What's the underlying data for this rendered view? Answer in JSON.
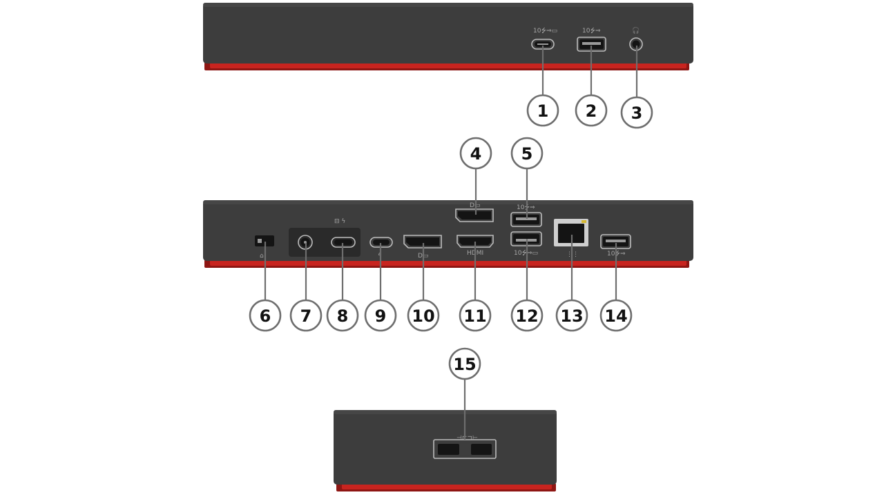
{
  "colors": {
    "dock_body": "#3d3d3d",
    "dock_accent": "#c8241f",
    "callout_stroke": "#6e6e6e",
    "background": "#ffffff"
  },
  "callouts": [
    "1",
    "2",
    "3",
    "4",
    "5",
    "6",
    "7",
    "8",
    "9",
    "10",
    "11",
    "12",
    "13",
    "14",
    "15"
  ],
  "views": {
    "front": {
      "ports": [
        {
          "callout": "1",
          "type": "usb-c",
          "icon": "usb-c-10gbps-display-icon"
        },
        {
          "callout": "2",
          "type": "usb-a",
          "icon": "usb-10gbps-icon"
        },
        {
          "callout": "3",
          "type": "audio-jack",
          "icon": "headset-icon"
        }
      ]
    },
    "rear": {
      "ports": [
        {
          "callout": "4",
          "type": "displayport",
          "icon": "displayport-icon"
        },
        {
          "callout": "5",
          "type": "usb-a",
          "icon": "usb-10gbps-icon"
        },
        {
          "callout": "6",
          "type": "security-lock-slot",
          "icon": "lock-icon"
        },
        {
          "callout": "7",
          "type": "dc-in",
          "icon": "power-icon"
        },
        {
          "callout": "8",
          "type": "usb-c-upstream",
          "icon": "laptop-thunderbolt-icon"
        },
        {
          "callout": "9",
          "type": "usb-c",
          "icon": "thunderbolt-icon"
        },
        {
          "callout": "10",
          "type": "displayport",
          "icon": "displayport-icon"
        },
        {
          "callout": "11",
          "type": "hdmi",
          "icon": "hdmi-icon"
        },
        {
          "callout": "12",
          "type": "usb-a",
          "icon": "usb-10gbps-display-icon"
        },
        {
          "callout": "13",
          "type": "ethernet",
          "icon": "network-icon"
        },
        {
          "callout": "14",
          "type": "usb-a",
          "icon": "usb-10gbps-icon"
        }
      ]
    },
    "side": {
      "ports": [
        {
          "callout": "15",
          "type": "dock-connector",
          "icon": "dock-connector-icon"
        }
      ]
    }
  }
}
